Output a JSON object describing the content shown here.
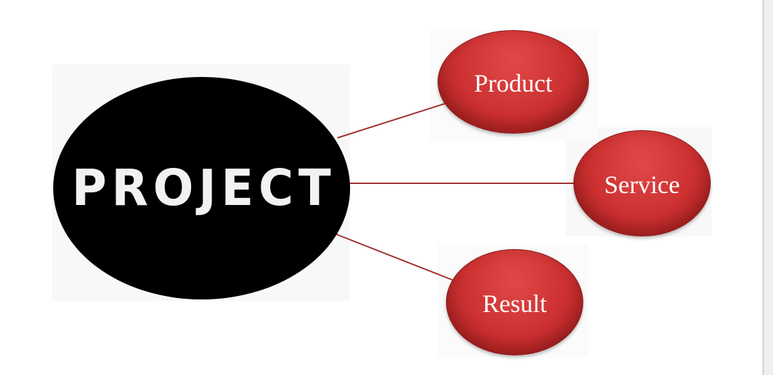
{
  "diagram": {
    "main": {
      "label": "PROJECT",
      "color": "#000000",
      "text_color": "#f2f2f2"
    },
    "branches": [
      {
        "id": "product",
        "label": "Product"
      },
      {
        "id": "service",
        "label": "Service"
      },
      {
        "id": "result",
        "label": "Result"
      }
    ],
    "branch_color": "#cc3030",
    "connector_color": "#a03030"
  }
}
